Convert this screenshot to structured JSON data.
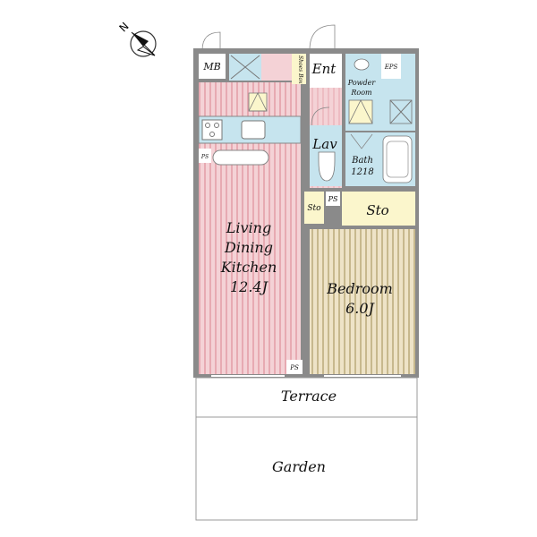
{
  "compass": {
    "label": "N",
    "icon": "north-arrow-icon"
  },
  "rooms": {
    "mb": "MB",
    "entrance": "Ent",
    "shoes_box": "Shoes Box",
    "eps": "EPS",
    "powder_room_line1": "Powder",
    "powder_room_line2": "Room",
    "lavatory": "Lav",
    "bath_line1": "Bath",
    "bath_line2": "1218",
    "ps_kitchen": "PS",
    "ps_hall": "PS",
    "ps_living": "PS",
    "storage_small": "Sto",
    "storage_large": "Sto",
    "ldk_line1": "Living",
    "ldk_line2": "Dining",
    "ldk_line3": "Kitchen",
    "ldk_line4": "12.4J",
    "bedroom_line1": "Bedroom",
    "bedroom_line2": "6.0J",
    "terrace": "Terrace",
    "garden": "Garden"
  },
  "colors": {
    "ldk_floor": "#f4d2d6",
    "ldk_stripe": "#e7aab2",
    "bedroom_floor": "#eee3c7",
    "bedroom_stripe": "#c7b88d",
    "wet_area": "#c6e4ee",
    "storage": "#fbf6cc",
    "wall": "#8a8a8a"
  }
}
